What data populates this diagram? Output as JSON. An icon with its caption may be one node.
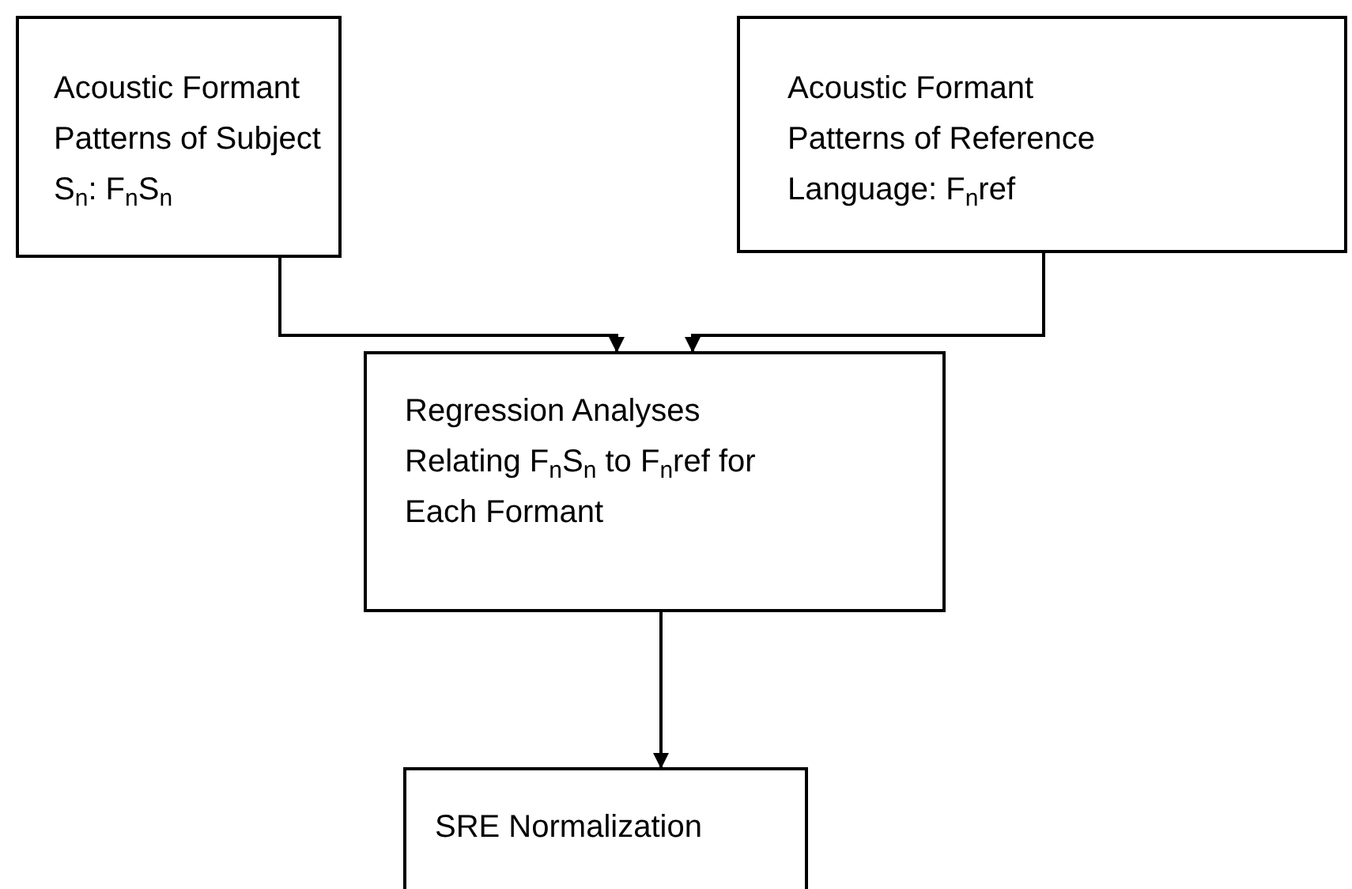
{
  "diagram": {
    "nodes": [
      {
        "text": [
          "Acoustic Formant Patterns of Subject S$_{n}$: F$_{n}$S$_{n}$"
        ]
      },
      {
        "text": [
          "Acoustic Formant Patterns of Reference Language: F$_{n}$ref"
        ]
      },
      {
        "text": [
          "Regression Analyses Relating F$_{n}$S$_{n}$ to F$_{n}$ref for  Each Formant"
        ]
      },
      {
        "text": [
          "SRE Normalization"
        ]
      }
    ],
    "edges": [
      {
        "from": 0,
        "to": 2,
        "arrow": "to"
      },
      {
        "from": 1,
        "to": 2,
        "arrow": "to"
      },
      {
        "from": 2,
        "to": 3,
        "arrow": "to"
      }
    ]
  }
}
